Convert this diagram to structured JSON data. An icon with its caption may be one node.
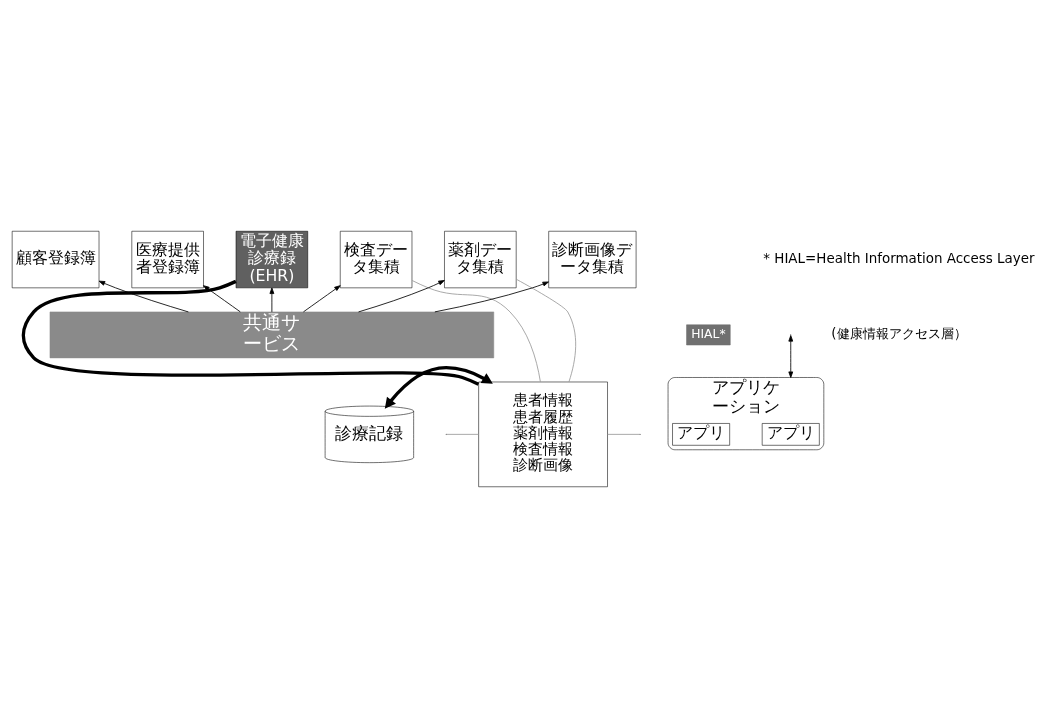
{
  "diagram": {
    "nodes": [
      {
        "text": [
          "顧客登録簿"
        ]
      },
      {
        "text": [
          "医療提供者登録簿"
        ]
      },
      {
        "text": [
          "電子健康診療録 (EHR)"
        ]
      },
      {
        "text": [
          "検査データ集積"
        ]
      },
      {
        "text": [
          "薬剤データ集積"
        ]
      },
      {
        "text": [
          "診断画像データ集積"
        ]
      },
      {
        "text": [
          "共通サービス"
        ]
      },
      {
        "text": [
          "HIAL*"
        ]
      },
      {
        "text": [
          "患者情報",
          "患者履歴",
          "薬剤情報",
          "検査情報",
          "診断画像"
        ]
      },
      {
        "text": [
          "アプリケーション"
        ]
      },
      {
        "text": [
          "アプリ"
        ],
        "in": 9
      },
      {
        "text": [
          "アプリ"
        ],
        "in": 9
      },
      {
        "text": [
          "診療記録"
        ]
      }
    ],
    "edges": [
      {
        "from": 6,
        "to": 0,
        "arrow": "to"
      },
      {
        "from": 6,
        "to": 1,
        "arrow": "to"
      },
      {
        "from": 6,
        "to": 2,
        "arrow": "to"
      },
      {
        "from": 6,
        "to": 3,
        "arrow": "to"
      },
      {
        "from": 6,
        "to": 4,
        "arrow": "to"
      },
      {
        "from": 6,
        "to": 5,
        "arrow": "to"
      },
      {
        "from": 2,
        "to": 8,
        "arrow": "none",
        "style": "thick"
      },
      {
        "from": 3,
        "to": 8,
        "arrow": "none",
        "color": "#999999"
      },
      {
        "from": 4,
        "to": 8,
        "arrow": "none",
        "color": "#999999"
      },
      {
        "from": null,
        "to": 8,
        "arrow": "none",
        "color": "#999999"
      },
      {
        "from": 8,
        "to": null,
        "arrow": "none",
        "color": "#999999"
      },
      {
        "from": 12,
        "to": 8,
        "arrow": "both",
        "style": "thick"
      },
      {
        "from": null,
        "to": 9,
        "arrow": "both"
      }
    ],
    "labels": [
      "* HIAL=Health Information Access Layer",
      "(健康情報アクセス層）"
    ]
  }
}
